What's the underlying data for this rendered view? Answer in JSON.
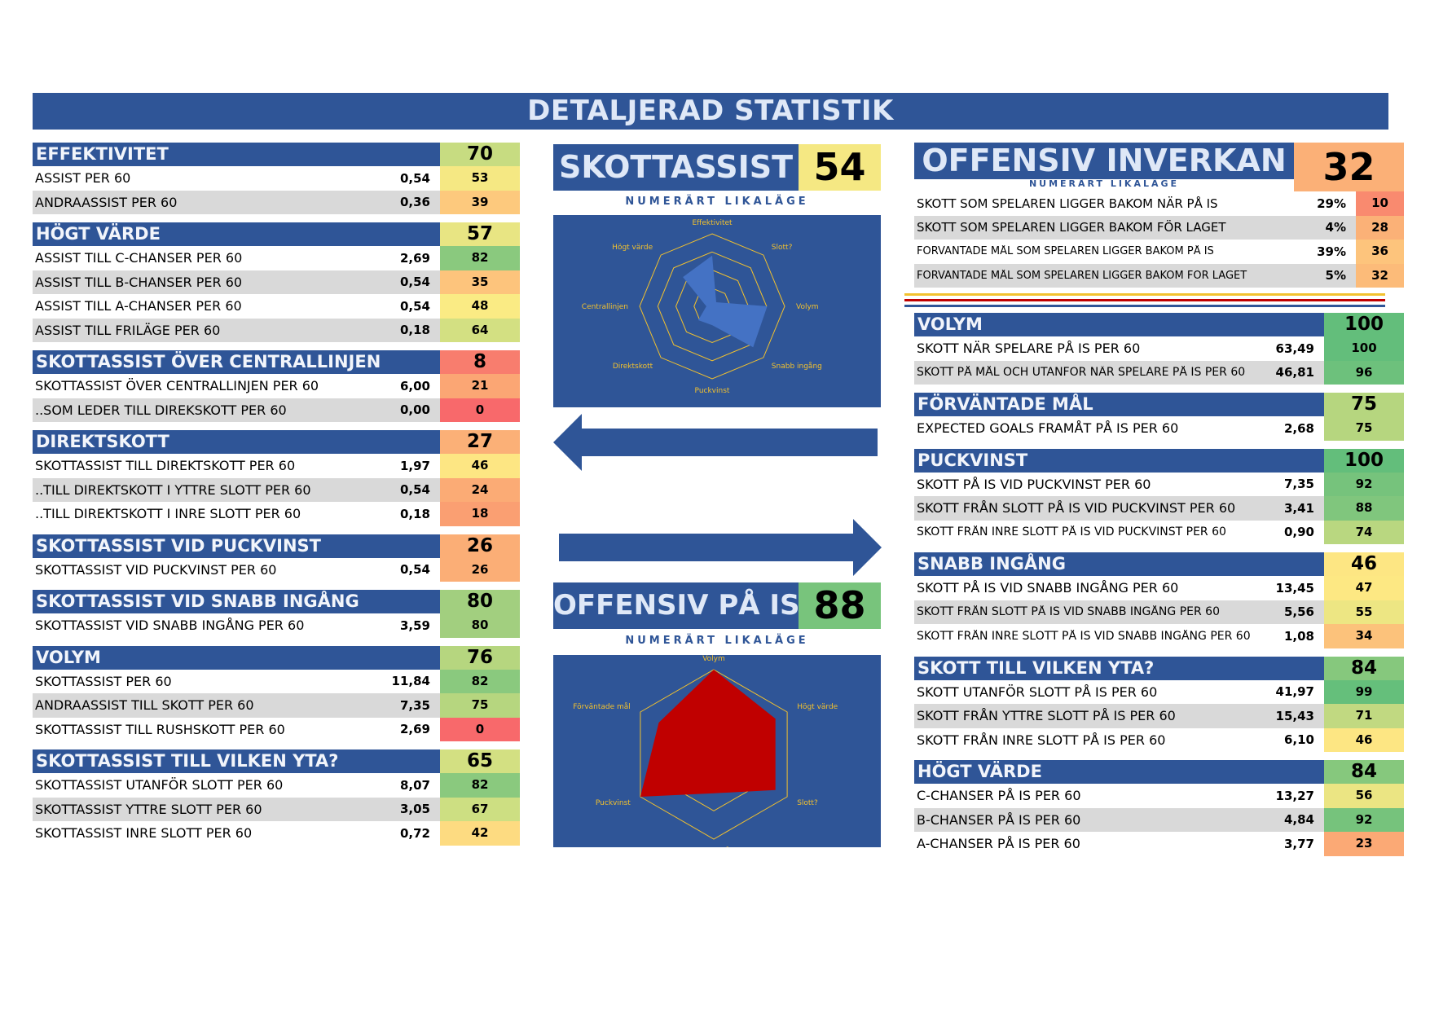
{
  "title": "DETALJERAD STATISTIK",
  "colors": {
    "banner": "#2f5597",
    "g1": "#63be7b",
    "g2": "#8ac97e",
    "g3": "#b6d67f",
    "y": "#f5e883",
    "o1": "#fdc97d",
    "o2": "#fba674",
    "r1": "#f98670",
    "r2": "#f8696b"
  },
  "left": [
    {
      "title": "EFFEKTIVITET",
      "score": "70",
      "score_color": "#c7dc81",
      "rows": [
        {
          "label": "ASSIST PER 60",
          "value": "0,54",
          "pct": "53",
          "color": "#f5e883"
        },
        {
          "label": "ANDRAASSIST PER 60",
          "value": "0,36",
          "pct": "39",
          "color": "#fdc97d"
        }
      ]
    },
    {
      "title": "HÖGT VÄRDE",
      "score": "57",
      "score_color": "#e8e583",
      "rows": [
        {
          "label": "ASSIST TILL C-CHANSER PER 60",
          "value": "2,69",
          "pct": "82",
          "color": "#8ac97e"
        },
        {
          "label": "ASSIST TILL B-CHANSER PER 60",
          "value": "0,54",
          "pct": "35",
          "color": "#fdc47c"
        },
        {
          "label": "ASSIST TILL A-CHANSER PER 60",
          "value": "0,54",
          "pct": "48",
          "color": "#faeb84"
        },
        {
          "label": "ASSIST TILL FRILÄGE PER 60",
          "value": "0,18",
          "pct": "64",
          "color": "#d3e082"
        }
      ]
    },
    {
      "title": "SKOTTASSIST ÖVER CENTRALLINJEN",
      "score": "8",
      "score_color": "#f87d6e",
      "rows": [
        {
          "label": "SKOTTASSIST ÖVER CENTRALLINJEN PER 60",
          "value": "6,00",
          "pct": "21",
          "color": "#fba674"
        },
        {
          "label": "..SOM LEDER TILL DIREKSKOTT PER 60",
          "value": "0,00",
          "pct": "0",
          "color": "#f8696b"
        }
      ]
    },
    {
      "title": "DIREKTSKOTT",
      "score": "27",
      "score_color": "#fbb077",
      "rows": [
        {
          "label": "SKOTTASSIST TILL DIREKTSKOTT PER 60",
          "value": "1,97",
          "pct": "46",
          "color": "#fde683"
        },
        {
          "label": "..TILL DIREKTSKOTT I YTTRE SLOTT PER 60",
          "value": "0,54",
          "pct": "24",
          "color": "#fbab75"
        },
        {
          "label": "..TILL DIREKTSKOTT I INRE SLOTT PER 60",
          "value": "0,18",
          "pct": "18",
          "color": "#fa9f72"
        }
      ]
    },
    {
      "title": "SKOTTASSIST VID PUCKVINST",
      "score": "26",
      "score_color": "#fbae76",
      "rows": [
        {
          "label": "SKOTTASSIST VID PUCKVINST PER 60",
          "value": "0,54",
          "pct": "26",
          "color": "#fbae76"
        }
      ]
    },
    {
      "title": "SKOTTASSIST VID SNABB INGÅNG",
      "score": "80",
      "score_color": "#a2cf7f",
      "rows": [
        {
          "label": "SKOTTASSIST VID SNABB INGÅNG PER 60",
          "value": "3,59",
          "pct": "80",
          "color": "#a2cf7f"
        }
      ]
    },
    {
      "title": "VOLYM",
      "score": "76",
      "score_color": "#b6d67f",
      "rows": [
        {
          "label": "SKOTTASSIST PER 60",
          "value": "11,84",
          "pct": "82",
          "color": "#8ac97e"
        },
        {
          "label": "ANDRAASSIST TILL SKOTT PER 60",
          "value": "7,35",
          "pct": "75",
          "color": "#b6d67f"
        },
        {
          "label": "SKOTTASSIST TILL RUSHSKOTT PER 60",
          "value": "2,69",
          "pct": "0",
          "color": "#f8696b"
        }
      ]
    },
    {
      "title": "SKOTTASSIST TILL VILKEN YTA?",
      "score": "65",
      "score_color": "#d3e082",
      "rows": [
        {
          "label": "SKOTTASSIST UTANFÖR SLOTT PER 60",
          "value": "8,07",
          "pct": "82",
          "color": "#8ac97e"
        },
        {
          "label": "SKOTTASSIST YTTRE SLOTT PER 60",
          "value": "3,05",
          "pct": "67",
          "color": "#cddf82"
        },
        {
          "label": "SKOTTASSIST INRE SLOTT PER 60",
          "value": "0,72",
          "pct": "42",
          "color": "#fddb81"
        }
      ]
    }
  ],
  "center": {
    "skottassist": {
      "title": "SKOTTASSIST",
      "score": "54",
      "score_color": "#f5e883",
      "subtitle": "NUMERÄRT LIKALÄGE"
    },
    "offensiv": {
      "title": "OFFENSIV PÅ IS",
      "score": "88",
      "score_color": "#78c47c",
      "subtitle": "NUMERÄRT LIKALÄGE"
    },
    "radar1": {
      "labels": [
        "Effektivitet",
        "Slott?",
        "Volym",
        "Snabb ingång",
        "Puckvinst",
        "Direktskott",
        "Centrallinjen",
        "Högt värde"
      ],
      "values": [
        70,
        8,
        76,
        80,
        26,
        27,
        8,
        57
      ],
      "fill": "#4472c4"
    },
    "radar2": {
      "labels": [
        "Volym",
        "Högt värde",
        "Slott?",
        "Snabb ingång",
        "Puckvinst",
        "Förväntade mål"
      ],
      "values": [
        100,
        84,
        84,
        46,
        100,
        75
      ],
      "fill": "#c00000"
    }
  },
  "right_top": {
    "title": "OFFENSIV INVERKAN",
    "subtitle": "NUMERÄRT LIKALÄGE",
    "score": "32",
    "score_color": "#fbb077",
    "rows": [
      {
        "label": "SKOTT SOM SPELAREN LIGGER BAKOM NÄR PÅ IS",
        "value": "29%",
        "pct": "10",
        "color": "#f98a6f"
      },
      {
        "label": "SKOTT SOM SPELAREN LIGGER BAKOM FÖR LAGET",
        "value": "4%",
        "pct": "28",
        "color": "#fbb177"
      },
      {
        "label": "FÖRVÄNTADE MÅL SOM SPELAREN LIGGER BAKOM PÅ IS",
        "value": "39%",
        "pct": "36",
        "color": "#fdc47c"
      },
      {
        "label": "FÖRVÄNTADE MÅL SOM SPELAREN LIGGER BAKOM FÖR LAGET",
        "value": "5%",
        "pct": "32",
        "color": "#fcbb79"
      }
    ]
  },
  "right": [
    {
      "title": "VOLYM",
      "score": "100",
      "score_color": "#63be7b",
      "rows": [
        {
          "label": "SKOTT NÄR SPELARE PÅ IS PER 60",
          "value": "63,49",
          "pct": "100",
          "color": "#63be7b"
        },
        {
          "label": "SKOTT PÅ MÅL OCH UTANFÖR NÄR SPELARE PÅ IS PER 60",
          "value": "46,81",
          "pct": "96",
          "color": "#6dc17c"
        }
      ]
    },
    {
      "title": "FÖRVÄNTADE MÅL",
      "score": "75",
      "score_color": "#b6d67f",
      "rows": [
        {
          "label": "EXPECTED GOALS FRAMÅT PÅ IS PER 60",
          "value": "2,68",
          "pct": "75",
          "color": "#b6d67f"
        }
      ]
    },
    {
      "title": "PUCKVINST",
      "score": "100",
      "score_color": "#63be7b",
      "rows": [
        {
          "label": "SKOTT PÅ IS VID PUCKVINST PER 60",
          "value": "7,35",
          "pct": "92",
          "color": "#76c37c"
        },
        {
          "label": "SKOTT FRÅN SLOTT PÅ IS VID PUCKVINST PER 60",
          "value": "3,41",
          "pct": "88",
          "color": "#80c67d"
        },
        {
          "label": "SKOTT FRÅN INRE SLOTT PÅ IS VID PUCKVINST PER 60",
          "value": "0,90",
          "pct": "74",
          "color": "#b9d780"
        }
      ]
    },
    {
      "title": "SNABB INGÅNG",
      "score": "46",
      "score_color": "#fde683",
      "rows": [
        {
          "label": "SKOTT PÅ IS VID SNABB INGÅNG PER 60",
          "value": "13,45",
          "pct": "47",
          "color": "#fde883"
        },
        {
          "label": "SKOTT FRÅN SLOTT PÅ IS VID SNABB INGÅNG PER 60",
          "value": "5,56",
          "pct": "55",
          "color": "#ede683"
        },
        {
          "label": "SKOTT FRÅN INRE SLOTT PÅ IS VID SNABB INGÅNG PER 60",
          "value": "1,08",
          "pct": "34",
          "color": "#fcc27b"
        }
      ]
    },
    {
      "title": "SKOTT TILL VILKEN YTA?",
      "score": "84",
      "score_color": "#86c87d",
      "rows": [
        {
          "label": "SKOTT UTANFÖR SLOTT PÅ IS PER 60",
          "value": "41,97",
          "pct": "99",
          "color": "#65bf7b"
        },
        {
          "label": "SKOTT FRÅN YTTRE SLOTT PÅ IS PER 60",
          "value": "15,43",
          "pct": "71",
          "color": "#c1d981"
        },
        {
          "label": "SKOTT FRÅN INRE SLOTT PÅ IS PER 60",
          "value": "6,10",
          "pct": "46",
          "color": "#fde683"
        }
      ]
    },
    {
      "title": "HÖGT VÄRDE",
      "score": "84",
      "score_color": "#86c87d",
      "rows": [
        {
          "label": "C-CHANSER PÅ IS PER 60",
          "value": "13,27",
          "pct": "56",
          "color": "#ebe583"
        },
        {
          "label": "B-CHANSER PÅ IS PER 60",
          "value": "4,84",
          "pct": "92",
          "color": "#76c37c"
        },
        {
          "label": "A-CHANSER PÅ IS PER 60",
          "value": "3,77",
          "pct": "23",
          "color": "#fba975"
        }
      ]
    }
  ]
}
